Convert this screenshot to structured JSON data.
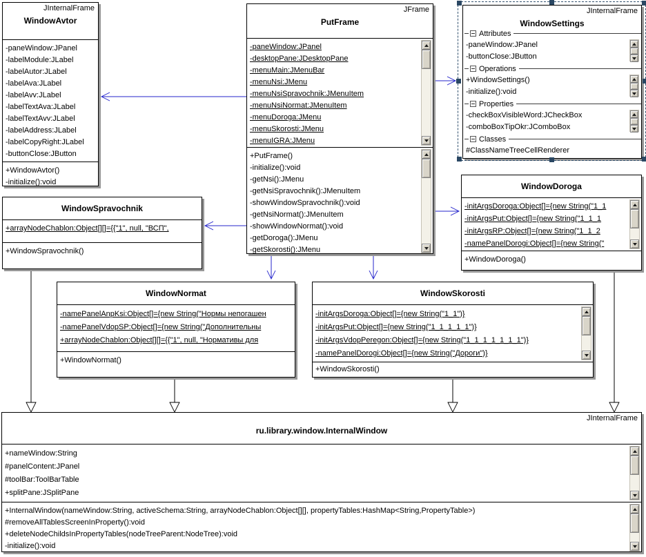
{
  "colors": {
    "dependency_arrow": "#2323cb",
    "selection_outline": "#31506e",
    "box_border": "#000000",
    "box_shadow": "#979797"
  },
  "classes": {
    "windowAvtor": {
      "stereotype": "JInternalFrame",
      "name": "WindowAvtor",
      "attributes": [
        "-paneWindow:JPanel",
        "-labelModule:JLabel",
        "-labelAutor:JLabel",
        "-labelAva:JLabel",
        "-labelAvv:JLabel",
        "-labelTextAva:JLabel",
        "-labelTextAvv:JLabel",
        "-labelAddress:JLabel",
        "-labelCopyRight:JLabel",
        "-buttonClose:JButton"
      ],
      "operations": [
        "+WindowAvtor()",
        "-initialize():void"
      ]
    },
    "putFrame": {
      "stereotype": "JFrame",
      "name": "PutFrame",
      "attributes": [
        "-paneWindow:JPanel",
        "-desktopPane:JDesktopPane",
        "-menuMain:JMenuBar",
        "-menuNsi:JMenu",
        "-menuNsiSpravochnik:JMenuItem",
        "-menuNsiNormat:JMenuItem",
        "-menuDoroga:JMenu",
        "-menuSkorosti:JMenu",
        "-menuIGRA:JMenu"
      ],
      "operations": [
        "+PutFrame()",
        "-initialize():void",
        "-getNsi():JMenu",
        "-getNsiSpravochnik():JMenuItem",
        "-showWindowSpravochnik():void",
        "-getNsiNormat():JMenuItem",
        "-showWindowNormat():void",
        "-getDoroga():JMenu",
        "-getSkorosti():JMenu"
      ]
    },
    "windowSettings": {
      "stereotype": "JInternalFrame",
      "name": "WindowSettings",
      "groups": [
        {
          "label": "Attributes",
          "items": [
            "-paneWindow:JPanel",
            "-buttonClose:JButton"
          ]
        },
        {
          "label": "Operations",
          "items": [
            "+WindowSettings()",
            "-initialize():void"
          ]
        },
        {
          "label": "Properties",
          "items": [
            "-checkBoxVisibleWord:JCheckBox",
            "-comboBoxTipOkr:JComboBox"
          ]
        },
        {
          "label": "Classes",
          "items": [
            "#ClassNameTreeCellRenderer"
          ]
        }
      ]
    },
    "windowSpravochnik": {
      "name": "WindowSpravochnik",
      "attributes": [
        "+arrayNodeChablon:Object[][]={{\"1\", null, \"ВСП\","
      ],
      "operations": [
        "+WindowSpravochnik()"
      ]
    },
    "windowDoroga": {
      "name": "WindowDoroga",
      "attributes": [
        "-initArgsDoroga:Object[]={new String(\"1_1",
        "-initArgsPut:Object[]={new String(\"1_1_1",
        "-initArgsRP:Object[]={new String(\"1_1_2",
        "-namePanelDorogi:Object[]={new String(\""
      ],
      "operations": [
        "+WindowDoroga()"
      ]
    },
    "windowNormat": {
      "name": "WindowNormat",
      "attributes": [
        "-namePanelAnpKsi:Object[]={new String(\"Нормы непогашен",
        "-namePanelVdopSP:Object[]={new String(\"Дополнительны",
        "+arrayNodeChablon:Object[][]={{\"1\", null, \"Нормативы для"
      ],
      "operations": [
        "+WindowNormat()"
      ]
    },
    "windowSkorosti": {
      "name": "WindowSkorosti",
      "attributes": [
        "-initArgsDoroga:Object[]={new String(\"1_1\")}",
        "-initArgsPut:Object[]={new String(\"1_1_1_1_1\")}",
        "-initArgsVdopPeregon:Object[]={new String(\"1_1_1_1_1_1_1\")}",
        "-namePanelDorogi:Object[]={new String(\"Дороги\")}"
      ],
      "operations": [
        "+WindowSkorosti()"
      ]
    },
    "internalWindow": {
      "stereotype": "JInternalFrame",
      "name": "ru.library.window.InternalWindow",
      "attributes": [
        "+nameWindow:String",
        "#panelContent:JPanel",
        "#toolBar:ToolBarTable",
        "+splitPane:JSplitPane"
      ],
      "operations": [
        "+InternalWindow(nameWindow:String, activeSchema:String, arrayNodeChablon:Object[][], propertyTables:HashMap<String,PropertyTable>)",
        "#removeAllTablesScreenInProperty():void",
        "+deleteNodeChildsInPropertyTables(nodeTreeParent:NodeTree):void",
        "-initialize():void"
      ]
    }
  }
}
